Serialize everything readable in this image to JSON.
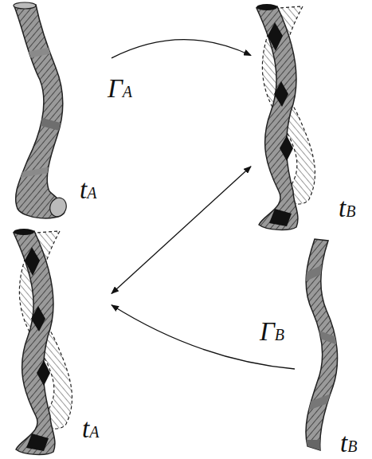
{
  "diagram": {
    "nodes": [
      {
        "text": [
          "tA"
        ]
      },
      {
        "text": [
          "tB"
        ]
      },
      {
        "text": [
          "tA"
        ]
      },
      {
        "text": [
          "tB"
        ]
      }
    ],
    "edges": [
      {
        "from": 0,
        "to": 1,
        "arrow": "to",
        "label": "ΓA"
      },
      {
        "from": 1,
        "to": 2,
        "arrow": "both"
      },
      {
        "from": 3,
        "to": 2,
        "arrow": "to",
        "label": "ΓB"
      }
    ]
  }
}
